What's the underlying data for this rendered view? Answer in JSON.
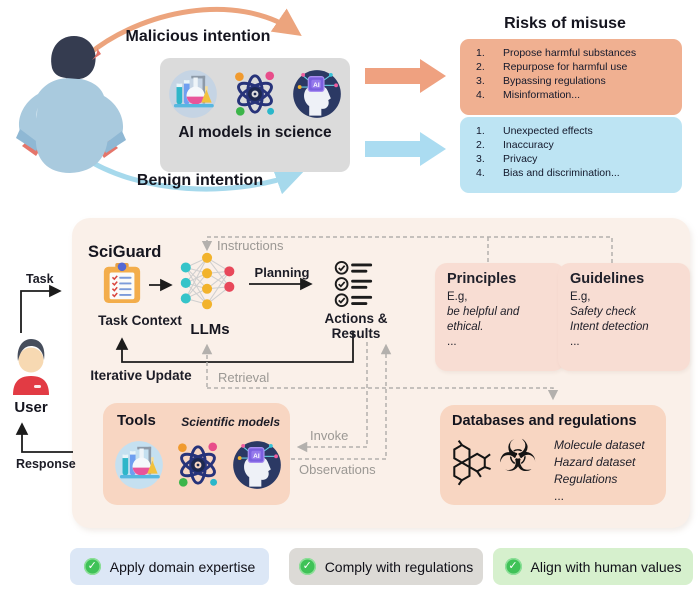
{
  "top": {
    "malicious_label": "Malicious intention",
    "benign_label": "Benign intention",
    "ai_models_label": "AI models in science",
    "risks_title": "Risks of misuse",
    "misuse_items": [
      {
        "num": "1.",
        "text": "Propose harmful substances"
      },
      {
        "num": "2.",
        "text": "Repurpose for harmful use"
      },
      {
        "num": "3.",
        "text": "Bypassing regulations"
      },
      {
        "num": "4.",
        "text": "Misinformation..."
      }
    ],
    "benign_items": [
      {
        "num": "1.",
        "text": "Unexpected effects"
      },
      {
        "num": "2.",
        "text": "Inaccuracy"
      },
      {
        "num": "3.",
        "text": "Privacy"
      },
      {
        "num": "4.",
        "text": "Bias and discrimination..."
      }
    ]
  },
  "sciguard": {
    "title": "SciGuard",
    "task_label": "Task",
    "response_label": "Response",
    "user_label": "User",
    "task_context_label": "Task Context",
    "llms_label": "LLMs",
    "instructions_label": "Instructions",
    "planning_label": "Planning",
    "actions_results_label": "Actions & Results",
    "iterative_update_label": "Iterative Update",
    "retrieval_label": "Retrieval",
    "invoke_label": "Invoke",
    "observations_label": "Observations",
    "principles": {
      "title": "Principles",
      "eg": "E.g,",
      "line1": "be helpful and",
      "line2": "ethical.",
      "more": "..."
    },
    "guidelines": {
      "title": "Guidelines",
      "eg": "E.g,",
      "line1": "Safety check",
      "line2": "Intent detection",
      "more": "..."
    },
    "tools": {
      "title": "Tools",
      "subtitle": "Scientific models"
    },
    "databases": {
      "title": "Databases and regulations",
      "line1": "Molecule dataset",
      "line2": "Hazard dataset",
      "line3": "Regulations",
      "more": "..."
    }
  },
  "icons": {
    "ai_chip_label": "AI",
    "biohazard_glyph": "☣",
    "check_glyph": "✓"
  },
  "badges": [
    {
      "label": "Apply domain expertise"
    },
    {
      "label": "Comply with regulations"
    },
    {
      "label": "Align with human values"
    }
  ],
  "colors": {
    "container_bg": "#faf0e9",
    "peach_box": "#f8ddd3",
    "peach_box_deep": "#f8d6c2",
    "risk_orange": "#f0b091",
    "risk_blue": "#bde4f3",
    "arrow_orange": "#efa180",
    "arrow_blue": "#abdcf1",
    "ai_box_gray": "#dbdbdb",
    "badge_blue": "#dce7f6",
    "badge_gray": "#dcdad6",
    "badge_green": "#d6f0cd",
    "check_green": "#3fc257",
    "dashed_gray": "#b3b0ad"
  }
}
